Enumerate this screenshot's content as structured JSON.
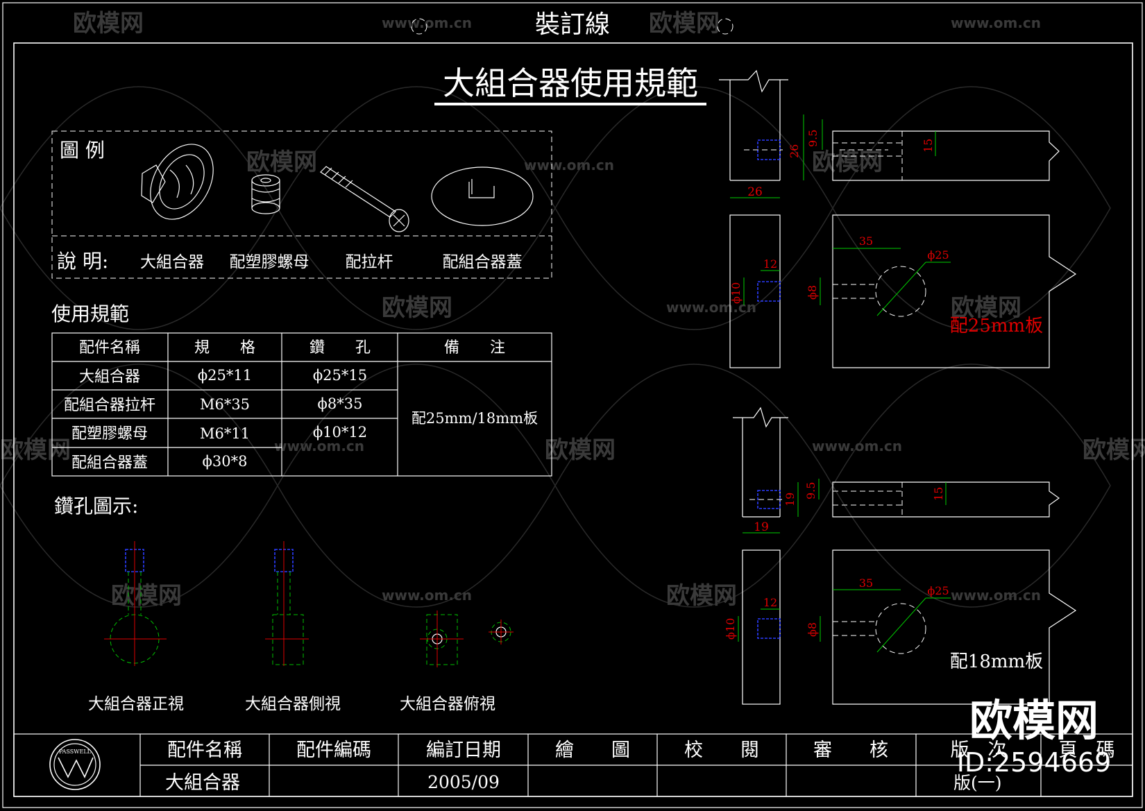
{
  "header": {
    "binding_line": "裝訂線"
  },
  "title": "大組合器使用規範",
  "legend": {
    "label": "圖 例",
    "desc_label": "說 明:",
    "items": [
      "大組合器",
      "配塑膠螺母",
      "配拉杆",
      "配組合器蓋"
    ]
  },
  "spec": {
    "heading": "使用規範",
    "headers": [
      "配件名稱",
      "規　　格",
      "鑽　　孔",
      "備　　注"
    ],
    "rows": [
      {
        "name": "大組合器",
        "size": "ϕ25*11",
        "hole": "ϕ25*15"
      },
      {
        "name": "配組合器拉杆",
        "size": "M6*35",
        "hole": "ϕ8*35"
      },
      {
        "name": "配塑膠螺母",
        "size": "M6*11",
        "hole": "ϕ10*12"
      },
      {
        "name": "配組合器蓋",
        "size": "ϕ30*8",
        "hole": ""
      }
    ],
    "remark": "配25mm/18mm板"
  },
  "drill": {
    "heading": "鑽孔圖示:",
    "views": [
      "大組合器正視",
      "大組合器側視",
      "大組合器俯視"
    ]
  },
  "detail25": {
    "top_dims": {
      "board": "26",
      "width": "26",
      "offset": "9.5",
      "depth": "15"
    },
    "bottom_dims": {
      "nut_depth": "12",
      "nut_dia": "ϕ10",
      "rod_dia": "ϕ8",
      "dist": "35",
      "cam_dia": "ϕ25"
    },
    "label": "配25mm板"
  },
  "detail18": {
    "top_dims": {
      "board": "19",
      "width": "19",
      "offset": "9.5",
      "depth": "15"
    },
    "bottom_dims": {
      "nut_depth": "12",
      "nut_dia": "ϕ10",
      "rod_dia": "ϕ8",
      "dist": "35",
      "cam_dia": "ϕ25"
    },
    "label": "配18mm板"
  },
  "titleblock": {
    "logo_text": "PASSWELL",
    "headers": [
      "配件名稱",
      "配件編碼",
      "編訂日期",
      "繪　　圖",
      "校　　閱",
      "審　　核",
      "版　次",
      "頁　碼"
    ],
    "values": [
      "大組合器",
      "",
      "2005/09",
      "",
      "",
      "",
      "版(一)",
      ""
    ]
  },
  "watermark": {
    "brand": "欧模网",
    "url": "www.om.cn",
    "id": "ID:2594669"
  }
}
